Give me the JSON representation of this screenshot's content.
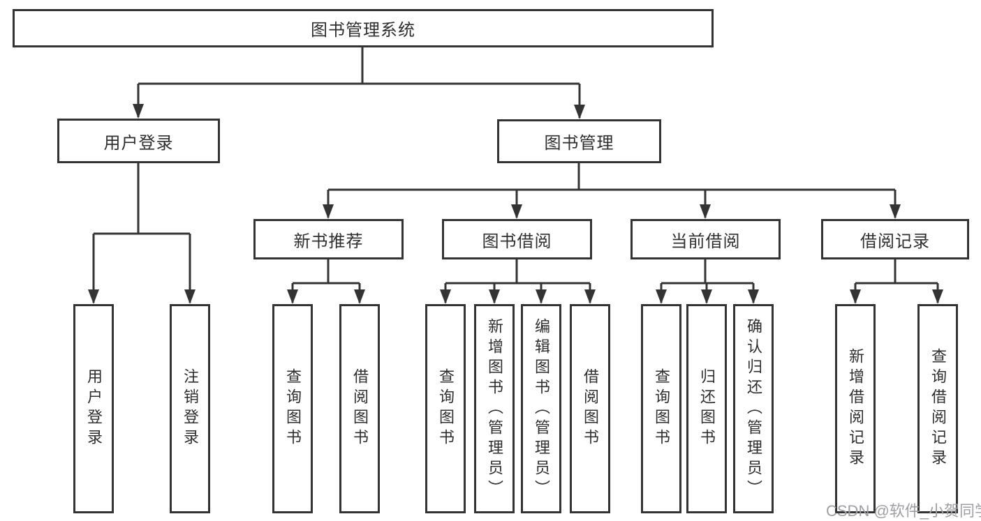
{
  "diagram": {
    "type": "org-tree",
    "title": "图书管理系统",
    "colors": {
      "line": "#333333",
      "text": "#2e2e2e",
      "background": "#ffffff",
      "watermark": "#9e9ea4"
    },
    "tree": {
      "root": "图书管理系统",
      "children": [
        {
          "label": "用户登录",
          "children": [
            "用户登录",
            "注销登录"
          ]
        },
        {
          "label": "图书管理",
          "children": [
            {
              "label": "新书推荐",
              "children": [
                "查询图书",
                "借阅图书"
              ]
            },
            {
              "label": "图书借阅",
              "children": [
                "查询图书",
                "新增图书（管理员）",
                "编辑图书（管理员）",
                "借阅图书"
              ]
            },
            {
              "label": "当前借阅",
              "children": [
                "查询图书",
                "归还图书",
                "确认归还（管理员）"
              ]
            },
            {
              "label": "借阅记录",
              "children": [
                "新增借阅记录",
                "查询借阅记录"
              ]
            }
          ]
        }
      ]
    },
    "watermark": "CSDN @软件_小贺同学"
  }
}
